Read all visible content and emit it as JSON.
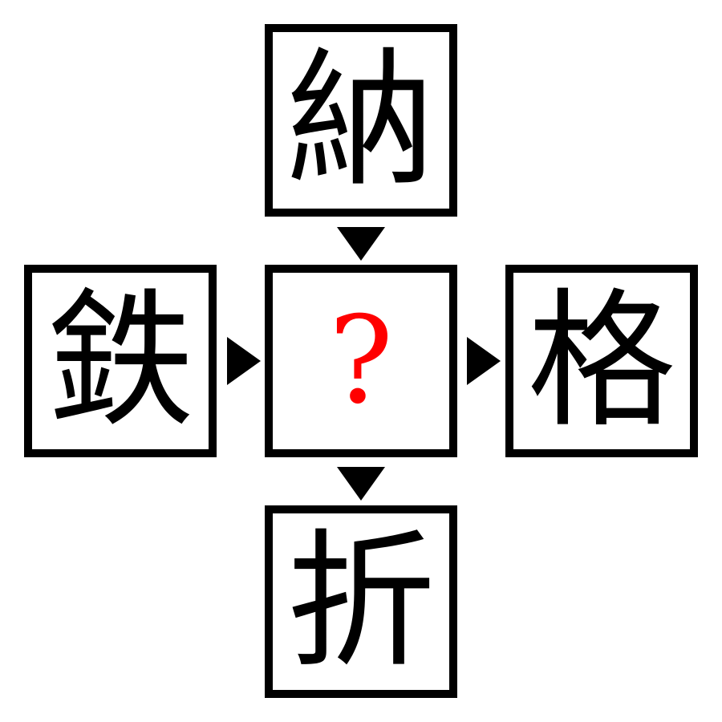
{
  "puzzle": {
    "top_char": "納",
    "left_char": "鉄",
    "right_char": "格",
    "bottom_char": "折",
    "center_char": "?"
  },
  "colors": {
    "border": "#000000",
    "text": "#000000",
    "question": "#ff0000",
    "background": "#ffffff"
  },
  "icons": {
    "arrow_down": "down-triangle-icon",
    "arrow_right": "right-triangle-icon"
  }
}
